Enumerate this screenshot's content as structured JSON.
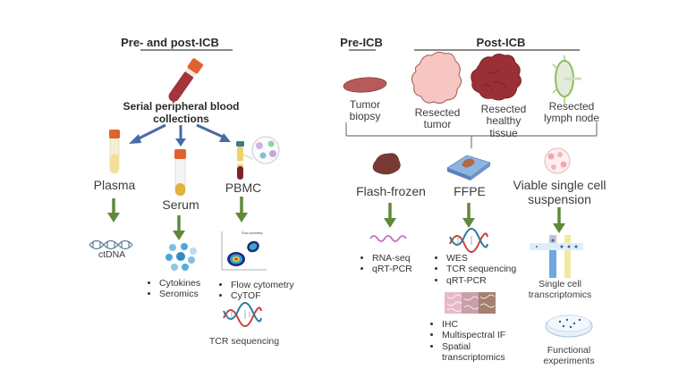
{
  "left_panel": {
    "header": "Pre- and post-ICB",
    "source_label": "Serial peripheral blood collections",
    "source_icon": "blood-tube-icon",
    "branches": [
      {
        "label": "Plasma",
        "icon": "plasma-tube-icon",
        "output_icon": "dna-icon",
        "output_label": "ctDNA",
        "items": []
      },
      {
        "label": "Serum",
        "icon": "serum-tube-icon",
        "output_icon": "cytokine-beads-icon",
        "output_label": "",
        "items": [
          "Cytokines",
          "Seromics"
        ]
      },
      {
        "label": "PBMC",
        "icon": "pbmc-tube-icon",
        "output_icon": "flow-cytometry-plot-icon",
        "output_label": "",
        "items": [
          "Flow cytometry",
          "CyTOF"
        ],
        "extra": {
          "icon": "dna-helix-icon",
          "label": "TCR sequencing"
        }
      }
    ],
    "flow_plot_title": "Flow cytometry"
  },
  "right_panel": {
    "pre_header": "Pre-ICB",
    "post_header": "Post-ICB",
    "samples": [
      {
        "label": "Tumor biopsy",
        "icon": "tumor-biopsy-icon"
      },
      {
        "label": "Resected tumor",
        "icon": "resected-tumor-icon"
      },
      {
        "label": "Resected healthy tissue",
        "icon": "healthy-tissue-icon"
      },
      {
        "label": "Resected lymph node",
        "icon": "lymph-node-icon"
      }
    ],
    "processing": [
      {
        "label": "Flash-frozen",
        "icon": "frozen-tissue-icon",
        "output_icon": "rna-icon",
        "items": [
          "RNA-seq",
          "qRT-PCR"
        ]
      },
      {
        "label": "FFPE",
        "icon": "ffpe-block-icon",
        "output_icon": "dna-helix-icon",
        "items": [
          "WES",
          "TCR sequencing",
          "qRT-PCR"
        ],
        "extra_icon": "histology-slide-icon",
        "extra_items": [
          "IHC",
          "Multispectral IF",
          "Spatial transcriptomics"
        ]
      },
      {
        "label": "Viable single cell suspension",
        "icon": "cell-suspension-icon",
        "output_icon": "microfluidic-chip-icon",
        "output_label": "Single cell transcriptomics",
        "extra_icon": "petri-dish-icon",
        "extra_label": "Functional experiments"
      }
    ]
  },
  "colors": {
    "blue_arrow": "#4a6aa8",
    "green_arrow": "#5f8a3a",
    "bracket": "#7a7a7a",
    "blood_red": "#a3343a",
    "cap_orange": "#e0622f"
  }
}
